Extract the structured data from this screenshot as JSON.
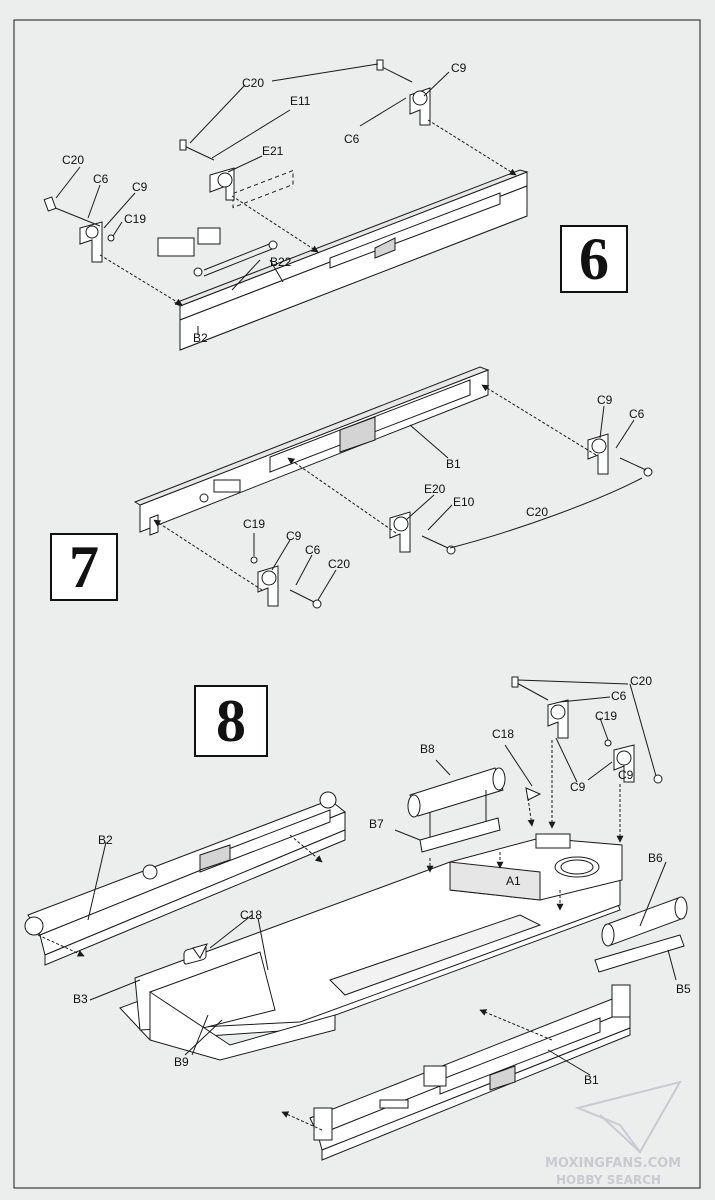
{
  "steps": [
    "6",
    "7",
    "8"
  ],
  "step6_labels": {
    "c20_a": "C20",
    "e11": "E11",
    "c9_a": "C9",
    "c6_a": "C6",
    "e21": "E21",
    "c20_b": "C20",
    "c6_b": "C6",
    "c9_b": "C9",
    "c19": "C19",
    "b22": "B22",
    "b2": "B2"
  },
  "step7_labels": {
    "c9_a": "C9",
    "c6_a": "C6",
    "b1": "B1",
    "e20": "E20",
    "e10": "E10",
    "c20_a": "C20",
    "c19": "C19",
    "c9_b": "C9",
    "c6_b": "C6",
    "c20_b": "C20"
  },
  "step8_labels": {
    "c20": "C20",
    "c6": "C6",
    "c19": "C19",
    "c9_a": "C9",
    "c9_b": "C9",
    "c18_a": "C18",
    "b8": "B8",
    "b7": "B7",
    "a1": "A1",
    "b6": "B6",
    "b2": "B2",
    "c18_b": "C18",
    "b3": "B3",
    "b5": "B5",
    "b9": "B9",
    "b1": "B1"
  },
  "watermark": {
    "line1": "MOXINGFANS.COM",
    "line2": "HOBBY SEARCH"
  },
  "colors": {
    "line": "#1a1a1a",
    "part_fill": "#ffffff",
    "shade": "#d4d4d4",
    "watermark": "#c8cbd0"
  }
}
